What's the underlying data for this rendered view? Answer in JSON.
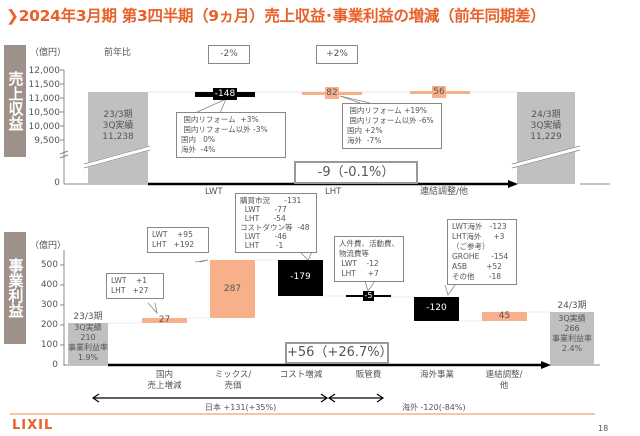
{
  "header": {
    "title": "❯2024年3月期 第3四半期（9ヵ月）売上収益･事業利益の増減（前年同期差）"
  },
  "colors": {
    "accent": "#e8602a",
    "increase": "#f8b08a",
    "decrease": "#000000",
    "total": "#c0c0c0",
    "sidebar": "#9d9189"
  },
  "chart_data": [
    {
      "type": "waterfall",
      "section_label": "売上収益",
      "unit": "（億円）",
      "yoy_label": "前年比",
      "yticks": [
        "12,000",
        "11,500",
        "11,000",
        "10,500",
        "10,000",
        "9,500",
        "0"
      ],
      "ylim": [
        9000,
        12000
      ],
      "start": {
        "label": "23/3期\n3Q実績\n11,238",
        "value": 11238
      },
      "steps": [
        {
          "name": "LWT",
          "value": -148,
          "label": "-148",
          "yoy": "-2%",
          "note": " 国内リフォーム  +3%\n 国内リフォーム以外 -3%\n国内   0%\n海外  -4%"
        },
        {
          "name": "LHT",
          "value": 82,
          "label": "82",
          "yoy": "+2%",
          "note": " 国内リフォーム +19%\n 国内リフォーム以外 -6%\n国内 +2%\n海外  -7%"
        },
        {
          "name": "連結調整/他",
          "value": 56,
          "label": "56"
        }
      ],
      "end": {
        "label": "24/3期\n3Q実績\n11,229",
        "value": 11229
      },
      "total_change": "-9（-0.1%）"
    },
    {
      "type": "waterfall",
      "section_label": "事業利益",
      "unit": "（億円）",
      "yticks": [
        "500",
        "400",
        "300",
        "200",
        "100",
        "0"
      ],
      "ylim": [
        0,
        550
      ],
      "start": {
        "top": "23/3期",
        "label": "3Q実績\n210\n事業利益率\n1.9%",
        "value": 210
      },
      "steps": [
        {
          "name": "国内\n売上増減",
          "value": 27,
          "label": "27",
          "note": "LWT    +1\nLHT   +27"
        },
        {
          "name": "ミックス/\n売価",
          "value": 287,
          "label": "287",
          "note": "LWT    +95\nLHT   +192"
        },
        {
          "name": "コスト増減",
          "value": -179,
          "label": "-179",
          "note": "購買市況      -131\n  LWT      -77\n  LHT      -54\nコストダウン等  -48\n  LWT      -46\n  LHT       -1"
        },
        {
          "name": "販管費",
          "value": -5,
          "label": "-5",
          "note": "人件費、活動費、\n物流費等\n LWT    -12\n LHT     +7"
        },
        {
          "name": "海外事業",
          "value": -120,
          "label": "-120",
          "note": "LWT海外   -123\nLHT海外     +3\n（ご参考）\nGROHE     -154\nASB        +52\nその他      -18"
        },
        {
          "name": "連結調整/\n他",
          "value": 45,
          "label": "45"
        }
      ],
      "end": {
        "top": "24/3期",
        "label": "3Q実績\n266\n事業利益率\n2.4%",
        "value": 266
      },
      "total_change": "+56（+26.7%）",
      "ranges": [
        {
          "label": "日本 +131(+35%)"
        },
        {
          "label": "海外 -120(-84%)"
        }
      ]
    }
  ],
  "footer": {
    "logo": "LIXIL",
    "page": "18"
  }
}
